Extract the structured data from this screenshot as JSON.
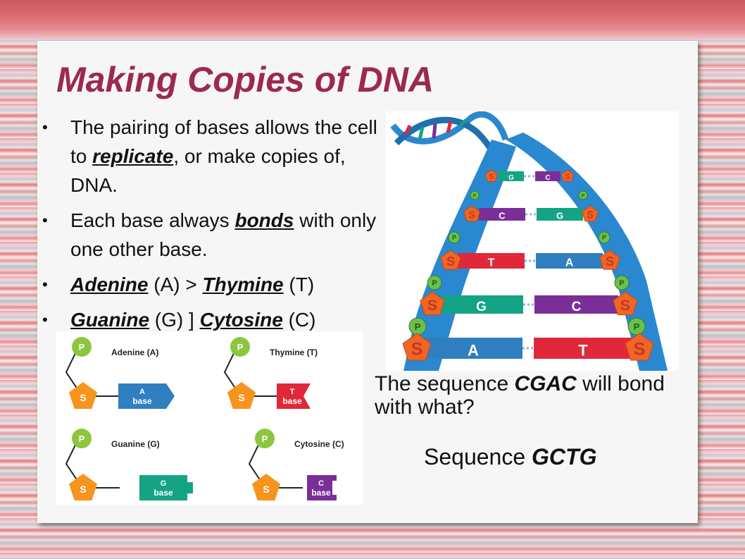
{
  "slide": {
    "title": "Making Copies of DNA",
    "bullets": [
      {
        "pre": "The pairing of bases allows the cell to ",
        "kw": "replicate",
        "post": ", or make copies of, DNA."
      },
      {
        "pre": "Each base always ",
        "kw": "bonds",
        "post": " with only one other base."
      },
      {
        "kw1": "Adenine",
        "mid1": " (A) > ",
        "kw2": "Thymine",
        "mid2": " (T)"
      },
      {
        "kw1": "Guanine",
        "mid1": " (G) ] ",
        "kw2": "Cytosine",
        "mid2": " (C)"
      }
    ],
    "question": {
      "pre": "The sequence ",
      "kw": "CGAC",
      "post": " will bond with what?"
    },
    "answer": {
      "pre": "Sequence ",
      "kw": "GCTG"
    }
  },
  "bases_diagram": {
    "phosphate_letter": "P",
    "sugar_letter": "S",
    "items": [
      {
        "name": "Adenine (A)",
        "letter": "A",
        "word": "base",
        "color": "#2f7fc1"
      },
      {
        "name": "Thymine (T)",
        "letter": "T",
        "word": "base",
        "color": "#e0283a"
      },
      {
        "name": "Guanine (G)",
        "letter": "G",
        "word": "base",
        "color": "#14a384"
      },
      {
        "name": "Cytosine (C)",
        "letter": "C",
        "word": "base",
        "color": "#7a2f98"
      }
    ],
    "phosphate_color": "#8cc63f",
    "sugar_color": "#f7941d"
  },
  "dna_illustration": {
    "strand_color": "#2a88d0",
    "sugar_color": "#f26522",
    "phosphate_color": "#6cc04a",
    "rungs": [
      {
        "left": "G",
        "right": "C"
      },
      {
        "left": "C",
        "right": "G"
      },
      {
        "left": "T",
        "right": "A"
      },
      {
        "left": "G",
        "right": "C"
      },
      {
        "left": "A",
        "right": "T"
      }
    ],
    "sugar_letter": "S",
    "phosphate_letter": "P"
  },
  "colors": {
    "title": "#9b2a4f",
    "slide_bg": "#f6f6f6"
  }
}
